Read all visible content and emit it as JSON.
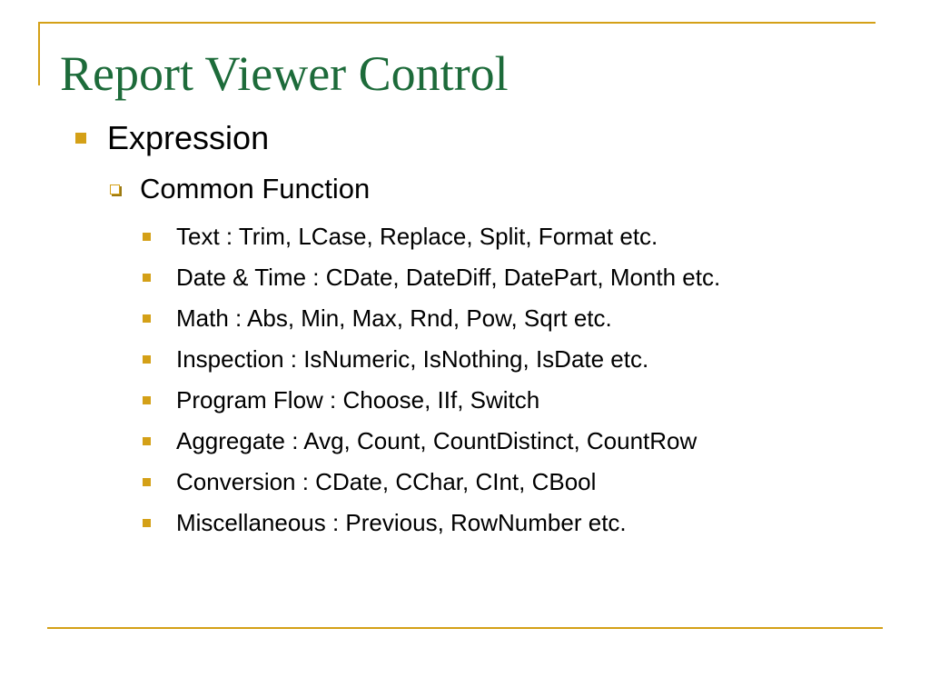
{
  "slide": {
    "title": "Report Viewer Control",
    "level1": "Expression",
    "level2": "Common Function",
    "items": [
      "Text : Trim, LCase, Replace, Split, Format etc.",
      "Date & Time : CDate, DateDiff, DatePart, Month etc.",
      "Math : Abs, Min, Max, Rnd, Pow, Sqrt etc.",
      "Inspection : IsNumeric, IsNothing, IsDate etc.",
      "Program Flow : Choose, IIf, Switch",
      "Aggregate : Avg, Count, CountDistinct, CountRow",
      "Conversion : CDate, CChar, CInt, CBool",
      "Miscellaneous : Previous, RowNumber etc."
    ]
  },
  "colors": {
    "title": "#1d6b3a",
    "accent": "#d4a017",
    "text": "#000000",
    "background": "#ffffff"
  },
  "icons": {
    "level1_bullet": "filled-square-bullet-icon",
    "level2_bullet": "hollow-square-bullet-icon",
    "level3_bullet": "small-square-bullet-icon"
  }
}
